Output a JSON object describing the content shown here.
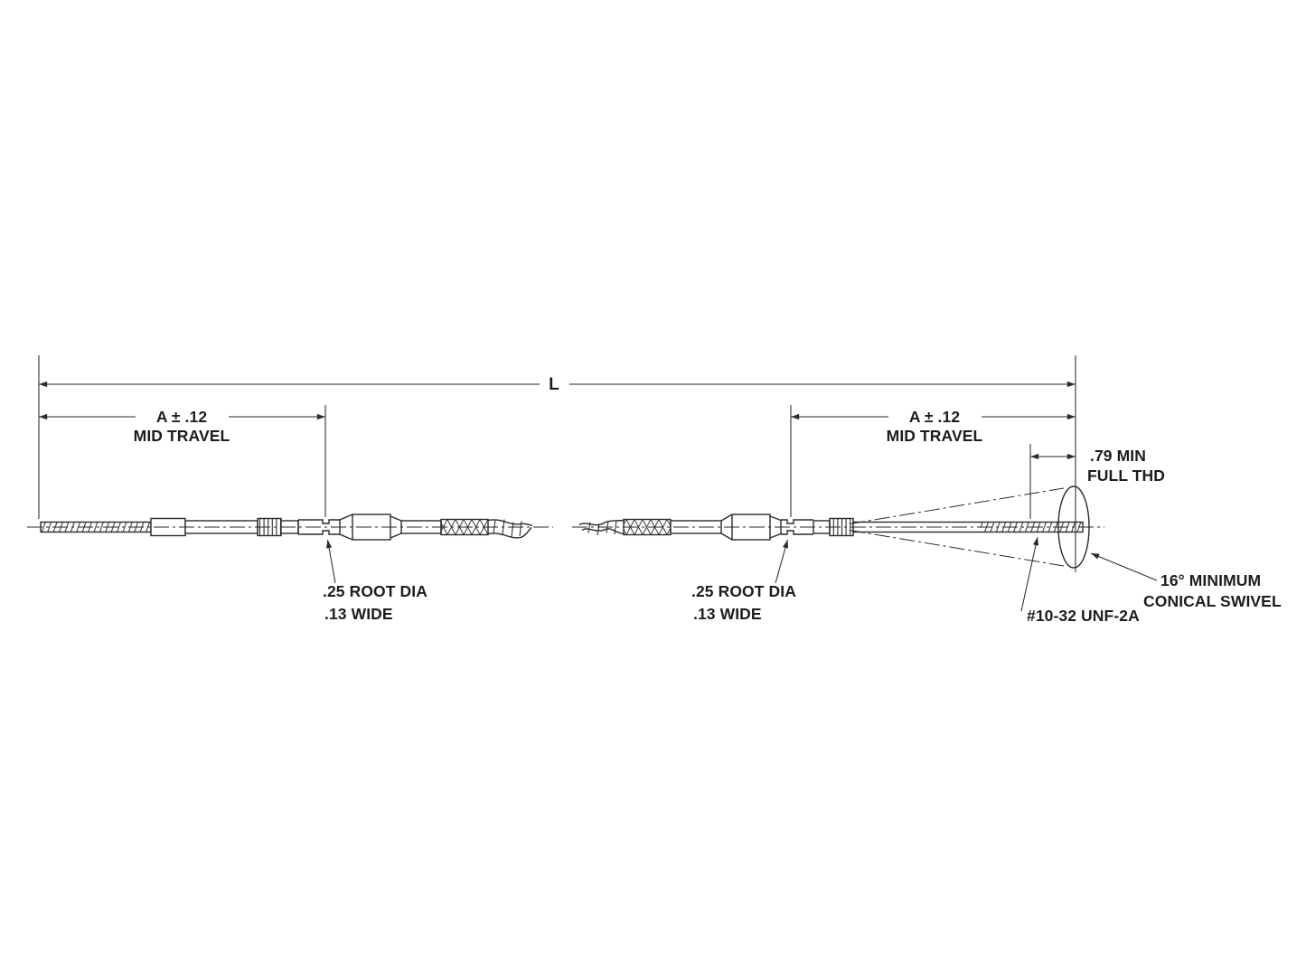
{
  "drawing": {
    "type": "engineering-dimension-drawing",
    "dimensions": {
      "overall_length": {
        "label": "L"
      },
      "left_mid_travel": {
        "value": "A ± .12",
        "caption": "MID TRAVEL"
      },
      "right_mid_travel": {
        "value": "A ± .12",
        "caption": "MID TRAVEL"
      },
      "full_thread": {
        "line1": ".79 MIN",
        "line2": "FULL THD"
      }
    },
    "callouts": {
      "left_groove": {
        "line1": ".25 ROOT DIA",
        "line2": ".13 WIDE"
      },
      "right_groove": {
        "line1": ".25 ROOT DIA",
        "line2": ".13 WIDE"
      },
      "thread_spec": "#10-32 UNF-2A",
      "conical_swivel": {
        "line1": "16° MINIMUM",
        "line2": "CONICAL SWIVEL"
      }
    },
    "colors": {
      "line": "#2a2a2a",
      "text": "#1d1d1d",
      "background": "#ffffff"
    }
  }
}
